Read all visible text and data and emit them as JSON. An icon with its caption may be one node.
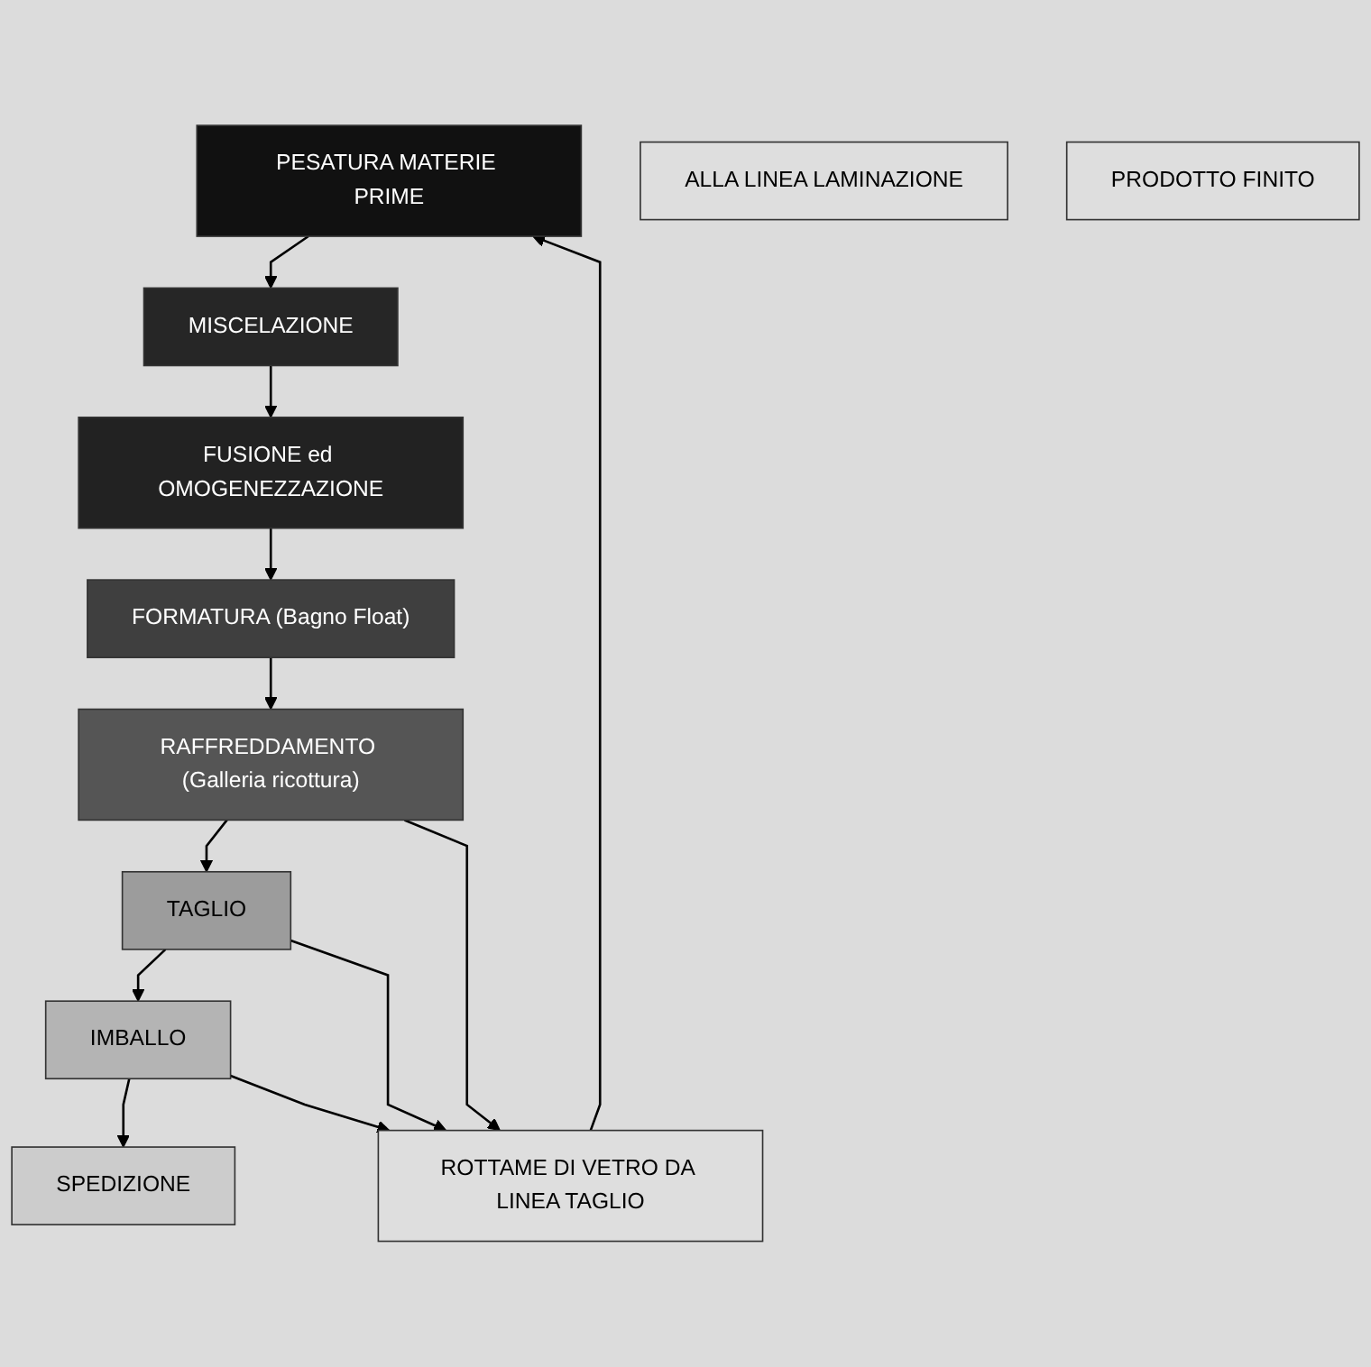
{
  "diagram": {
    "nodes": [
      {
        "text": [
          "PESATURA MATERIE PRIME"
        ]
      },
      {
        "text": [
          "ROTTAME DI VETRO DA LINEA TAGLIO"
        ]
      },
      {
        "text": [
          "MISCELAZIONE"
        ]
      },
      {
        "text": [
          "FUSIONE ed OMOGENEZZAZIONE"
        ]
      },
      {
        "text": [
          "FORMATURA (Bagno Float)"
        ]
      },
      {
        "text": [
          "RAFFREDDAMENTO (Galleria ricottura)"
        ]
      },
      {
        "text": [
          "TAGLIO"
        ]
      },
      {
        "text": [
          "IMBALLO"
        ]
      },
      {
        "text": [
          "ALLA LINEA LAMINAZIONE"
        ]
      },
      {
        "text": [
          "SPEDIZIONE"
        ]
      },
      {
        "text": [
          "PRODOTTO FINITO"
        ]
      }
    ],
    "edges": [
      {
        "from": 0,
        "to": 2,
        "arrow": "to"
      },
      {
        "from": 2,
        "to": 3,
        "arrow": "to"
      },
      {
        "from": 3,
        "to": 4,
        "arrow": "to"
      },
      {
        "from": 4,
        "to": 5,
        "arrow": "to"
      },
      {
        "from": 5,
        "to": 6,
        "arrow": "to"
      },
      {
        "from": 6,
        "to": 7,
        "arrow": "to"
      },
      {
        "from": 7,
        "to": 9,
        "arrow": "to"
      },
      {
        "from": 1,
        "to": 0,
        "arrow": "to"
      },
      {
        "from": 5,
        "to": 1,
        "arrow": "to"
      },
      {
        "from": 6,
        "to": 1,
        "arrow": "to"
      },
      {
        "from": 7,
        "to": 1,
        "arrow": "to"
      }
    ]
  }
}
